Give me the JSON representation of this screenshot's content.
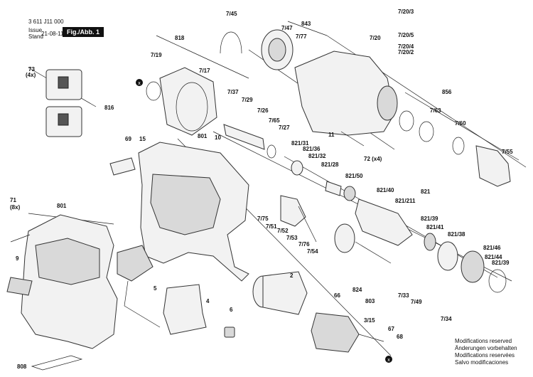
{
  "header": {
    "doc_number": "3 611 J11 000",
    "issue_label": "Issue",
    "stand_label": "Stand",
    "date": "21-08-11",
    "figure_label": "Fig./Abb. 1"
  },
  "notes": [
    "Modifications reserved",
    "Änderungen vorbehalten",
    "Modifications reservées",
    "Salvo modificaciones"
  ],
  "callouts": [
    "7/45",
    "843",
    "7/20/3",
    "7/20/5",
    "7/20",
    "7/20/4",
    "7/20/2",
    "818",
    "7/47",
    "7/77",
    "7/19",
    "7/17",
    "73",
    "(4x)",
    "816",
    "856",
    "7/37",
    "7/29",
    "7/26",
    "7/65",
    "7/27",
    "7/63",
    "7/60",
    "11",
    "7/55",
    "69",
    "15",
    "801",
    "10",
    "821/31",
    "821/36",
    "821/32",
    "821/28",
    "72 (x4)",
    "821/50",
    "71",
    "(8x)",
    "801",
    "821/40",
    "821",
    "821/211",
    "7/75",
    "7/51",
    "7/52",
    "7/53",
    "7/76",
    "7/54",
    "821/39",
    "821/41",
    "821/38",
    "821/46",
    "821/44",
    "821/39",
    "9",
    "5",
    "2",
    "824",
    "7/33",
    "7/49",
    "7/34",
    "66",
    "803",
    "3/15",
    "67",
    "68",
    "4",
    "6",
    "808"
  ]
}
